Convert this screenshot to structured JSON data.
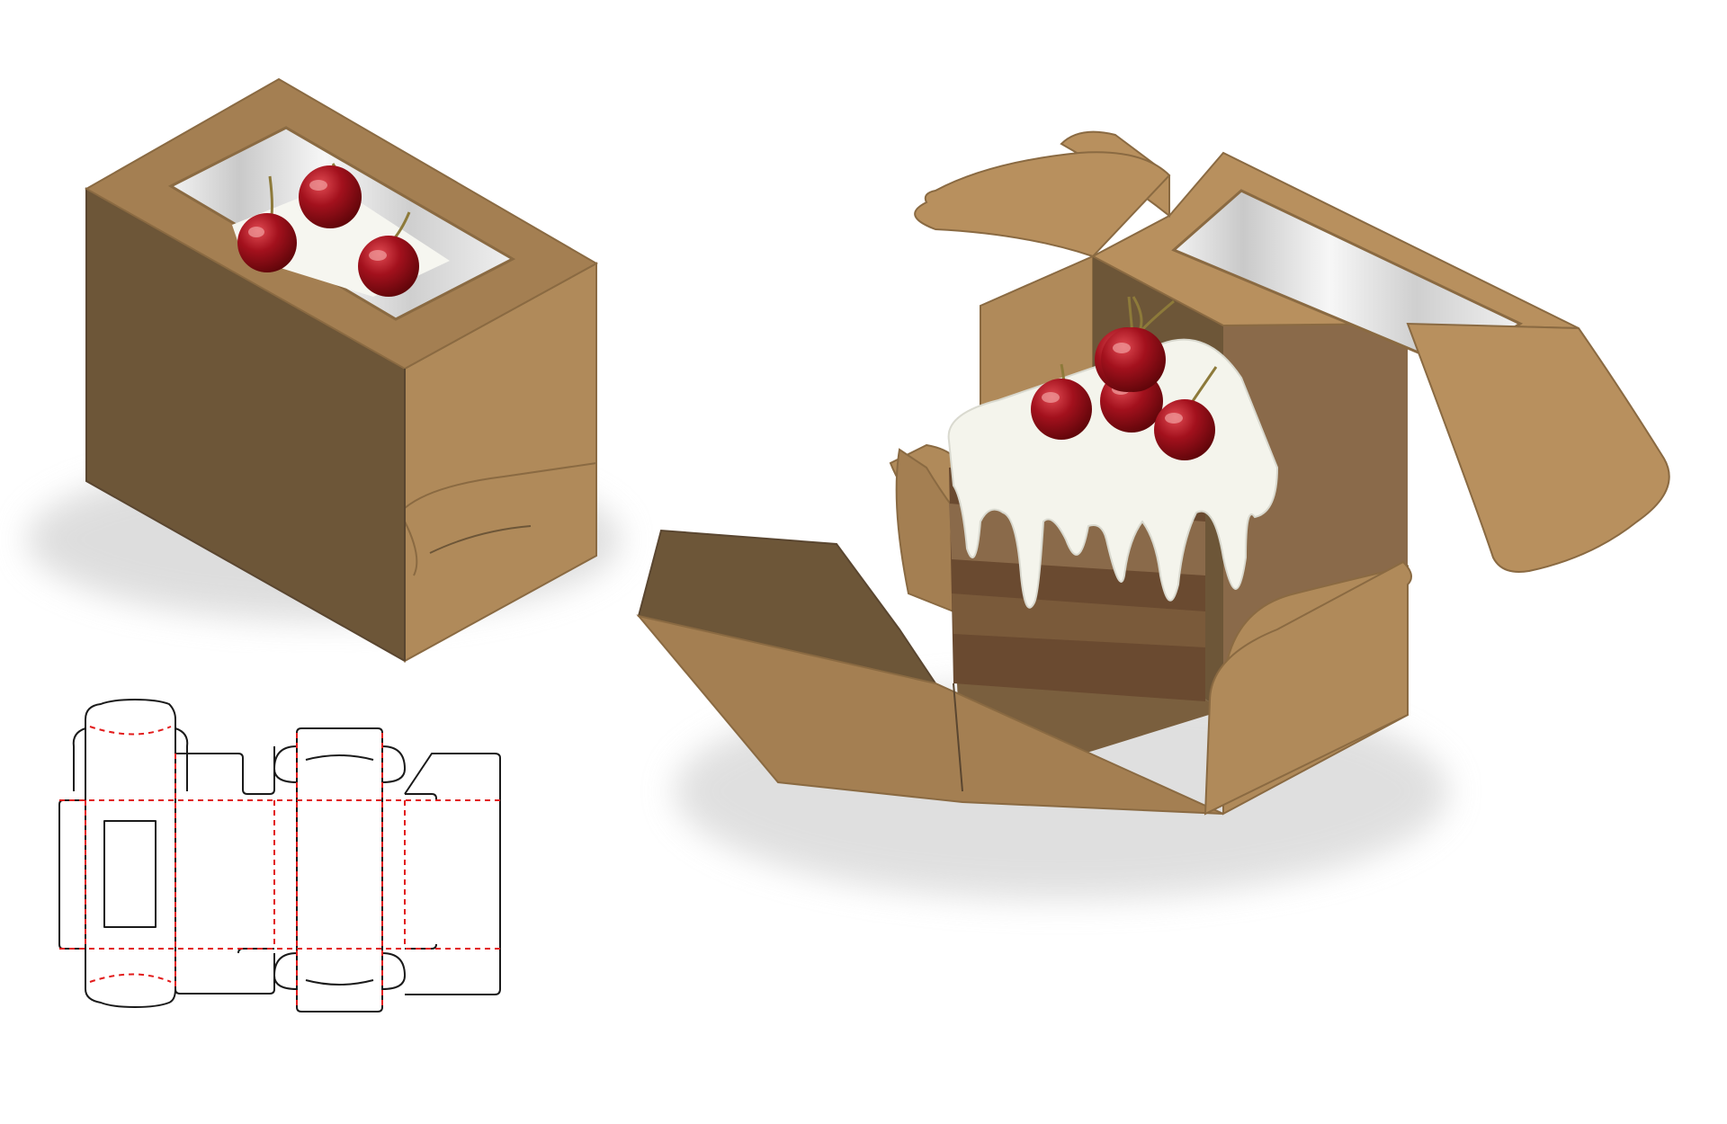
{
  "illustration": {
    "objects": [
      "closed-window-box",
      "open-window-box",
      "cake-slice",
      "cherry-topping",
      "dieline-template"
    ]
  },
  "colors": {
    "background": "#ffffff",
    "kraft_light": "#b8905e",
    "kraft_mid": "#a47f52",
    "kraft_dark": "#6d5638",
    "kraft_inner": "#7a5f3e",
    "outline": "#8a6a42",
    "cherry": "#a3111d",
    "cherry_highlight": "#f1a0a0",
    "stem": "#8d7a3a",
    "icing": "#f4f4ec",
    "sponge_light": "#8a6a4a",
    "sponge_dark": "#6a4a30",
    "window_glass": "#e4e4e4",
    "cut_line": "#1a1a1a",
    "fold_line": "#e21b1b",
    "shadow": "#d8d8d8"
  }
}
